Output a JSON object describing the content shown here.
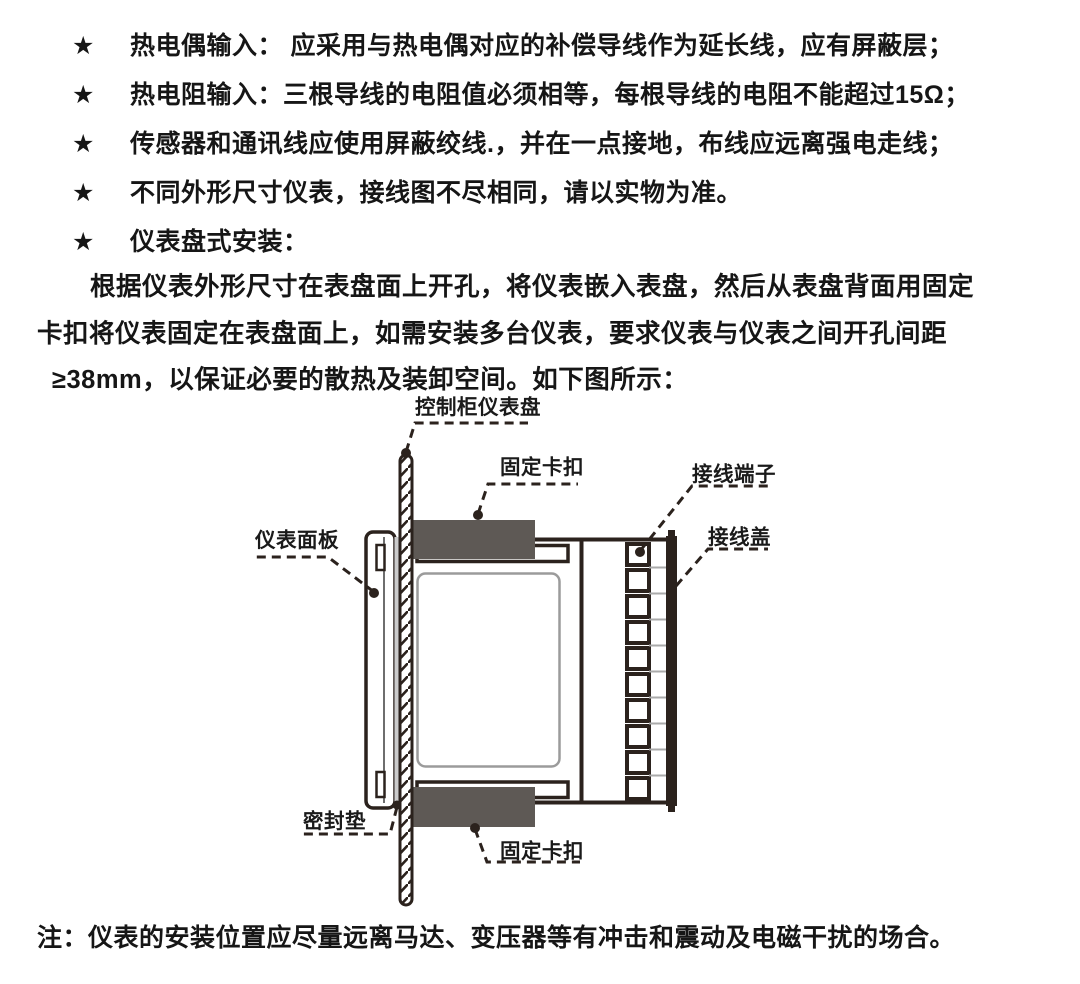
{
  "page": {
    "bullet_marker": "★",
    "bullets": [
      "热电偶输入： 应采用与热电偶对应的补偿导线作为延长线，应有屏蔽层；",
      "热电阻输入：三根导线的电阻值必须相等，每根导线的电阻不能超过15Ω；",
      "传感器和通讯线应使用屏蔽绞线.，并在一点接地，布线应远离强电走线；",
      "不同外形尺寸仪表，接线图不尽相同，请以实物为准。",
      "仪表盘式安装："
    ],
    "paragraph_lines": [
      "根据仪表外形尺寸在表盘面上开孔，将仪表嵌入表盘，然后从表盘背面用固定",
      "卡扣将仪表固定在表盘面上，如需安装多台仪表，要求仪表与仪表之间开孔间距",
      "≥38mm，以保证必要的散热及装卸空间。如下图所示："
    ],
    "note": "注：仪表的安装位置应尽量远离马达、变压器等有冲击和震动及电磁干扰的场合。"
  },
  "diagram": {
    "labels": {
      "panel_board": "控制柜仪表盘",
      "fixing_clamp_top": "固定卡扣",
      "terminal_block": "接线端子",
      "terminal_cover": "接线盖",
      "instrument_front_panel": "仪表面板",
      "seal_gasket": "密封垫",
      "fixing_clamp_bottom": "固定卡扣"
    },
    "colors": {
      "line": "#2b221d",
      "clamp_gray": "#5e5955",
      "gasket_gray": "#cbcbcb",
      "display_border": "#9b9b9b"
    }
  }
}
